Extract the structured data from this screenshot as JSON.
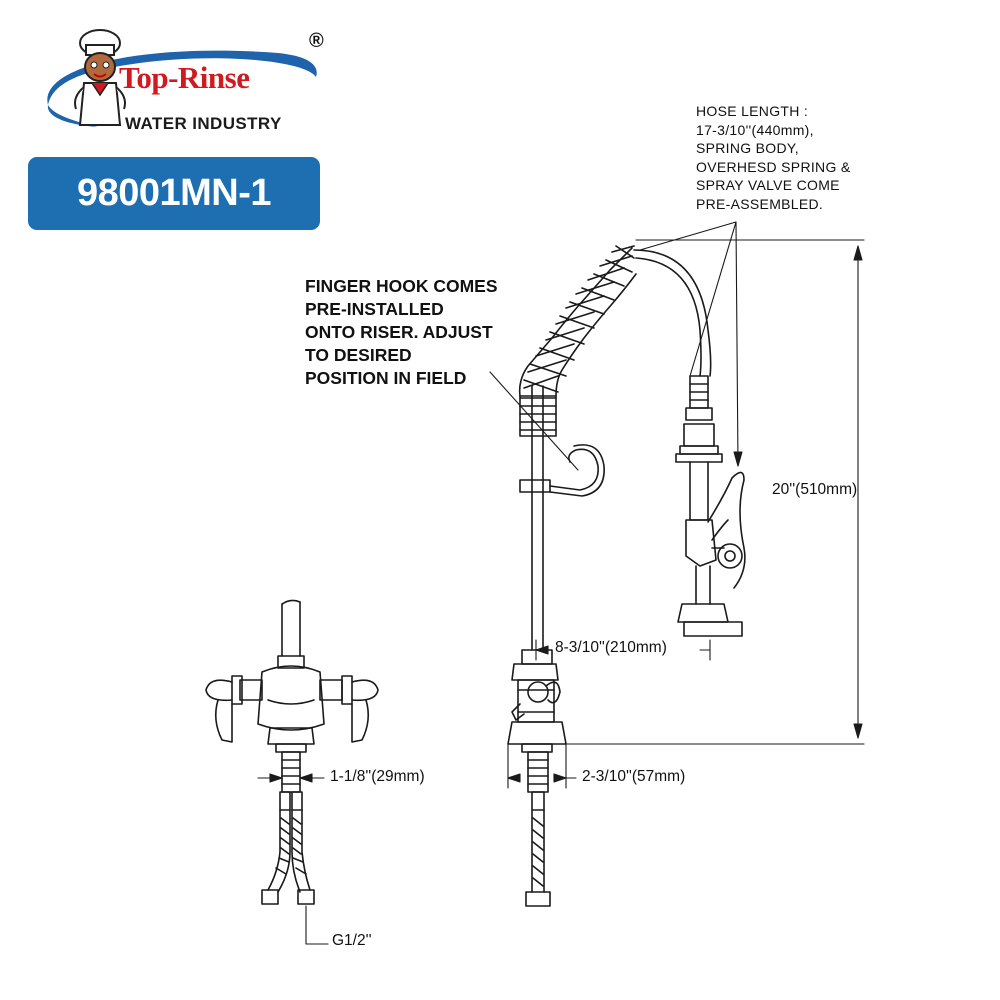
{
  "brand": {
    "name": "Top-Rinse",
    "registered_mark": "®",
    "subtitle": "WATER INDUSTRY"
  },
  "model_number": "98001MN-1",
  "notes": {
    "hose": "HOSE LENGTH :\n17-3/10''(440mm),\nSPRING BODY,\nOVERHESD SPRING &\nSPRAY VALVE COME\nPRE-ASSEMBLED.",
    "finger_hook": "FINGER HOOK COMES\nPRE-INSTALLED\nONTO RISER. ADJUST\nTO DESIRED\nPOSITION IN FIELD"
  },
  "dimensions": {
    "height": "20''(510mm)",
    "spray_reach": "8-3/10''(210mm)",
    "left_base": "1-1/8''(29mm)",
    "right_base": "2-3/10''(57mm)",
    "thread": "G1/2''"
  },
  "colors": {
    "badge": "#1d6fb2",
    "brand_red": "#d1191f",
    "swoosh_blue": "#1f63ad",
    "line": "#1a1a1a"
  },
  "icons": {
    "mascot": "chef-mascot-icon"
  }
}
